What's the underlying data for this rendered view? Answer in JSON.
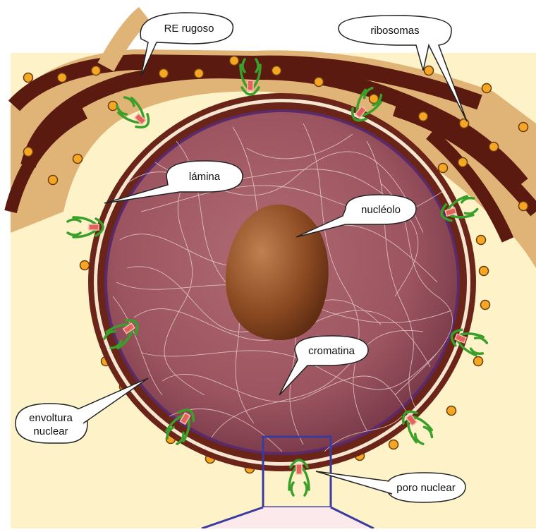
{
  "labels": {
    "re_rugoso": "RE rugoso",
    "ribosomas": "ribosomas",
    "lamina": "lámina",
    "nucleolo": "nucléolo",
    "cromatina": "cromatina",
    "envoltura_line1": "envoltura",
    "envoltura_line2": "nuclear",
    "poro_nuclear": "poro nuclear"
  },
  "colors": {
    "cytoplasm": "#fdf2c8",
    "er_lumen": "#e0b377",
    "er_membrane": "#5a1a10",
    "envelope": "#6a2418",
    "nucleoplasm": "#a05864",
    "nucleolus": "#8c4a22",
    "ribosome": "#f5a623",
    "pore": "#3aa02a",
    "zoom_box": "#3a3aa0"
  }
}
